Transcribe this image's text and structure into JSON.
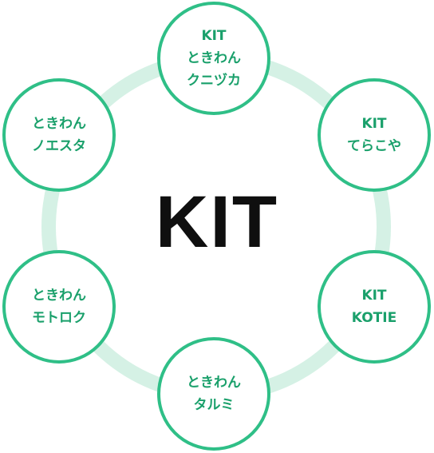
{
  "center": {
    "label": "KIT"
  },
  "colors": {
    "ring": "#d5f1e5",
    "node_border": "#2fbf87",
    "node_text": "#1aa06b",
    "center_text": "#0f0f0f"
  },
  "nodes": [
    {
      "lines": [
        "KIT",
        "ときわん",
        "クニヅカ"
      ]
    },
    {
      "lines": [
        "KIT",
        "てらこや"
      ]
    },
    {
      "lines": [
        "KIT",
        "KOTIE"
      ]
    },
    {
      "lines": [
        "ときわん",
        "タルミ"
      ]
    },
    {
      "lines": [
        "ときわん",
        "モトロク"
      ]
    },
    {
      "lines": [
        "ときわん",
        "ノエスタ"
      ]
    }
  ]
}
